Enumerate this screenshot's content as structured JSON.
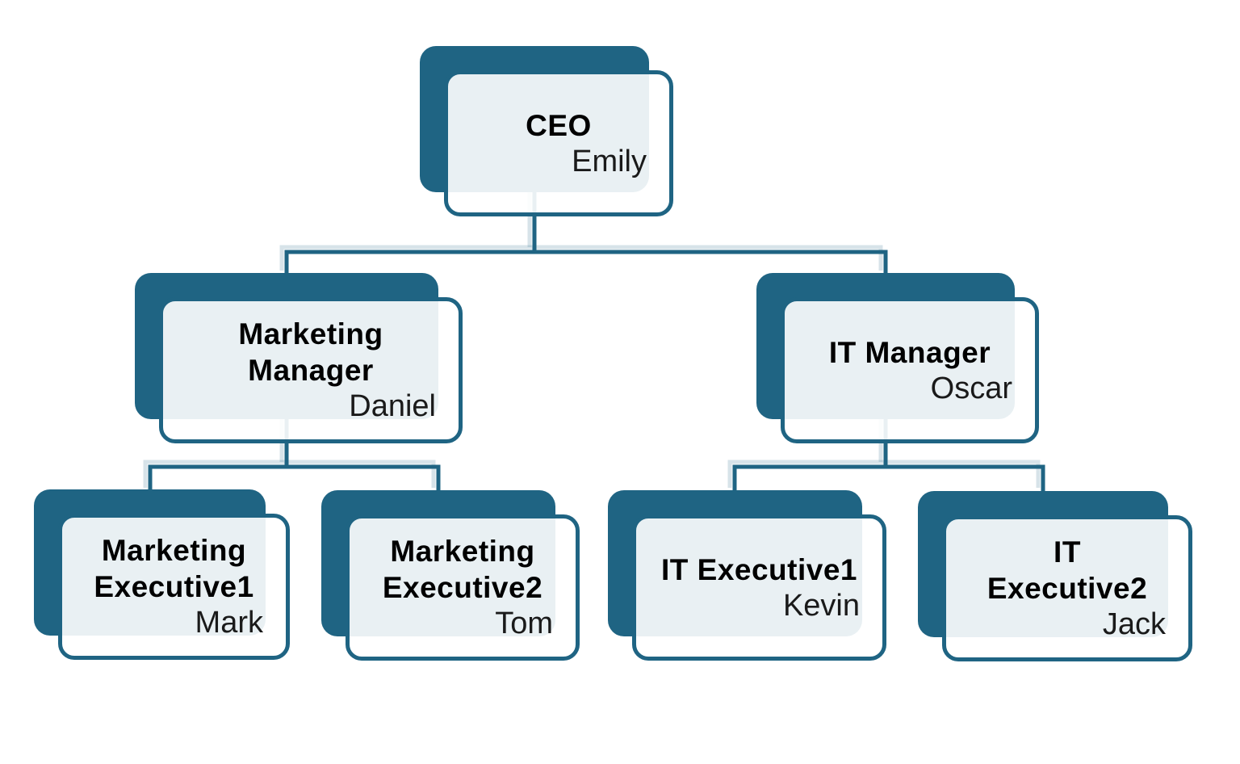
{
  "diagram": {
    "type": "org-chart",
    "colors": {
      "accent_dark": "#1F6483",
      "overlap_tint": "#E8EFF2",
      "background": "#FFFFFF",
      "role_text": "#000000",
      "person_text": "#1A1A1A"
    },
    "nodes": [
      {
        "id": "ceo",
        "role": "CEO",
        "role_display": "CEO",
        "person": "Emily",
        "reports_to": null
      },
      {
        "id": "marketing-manager",
        "role": "Marketing Manager",
        "role_display": "Marketing\nManager",
        "person": "Daniel",
        "reports_to": "ceo"
      },
      {
        "id": "it-manager",
        "role": "IT Manager",
        "role_display": "IT Manager",
        "person": "Oscar",
        "reports_to": "ceo"
      },
      {
        "id": "marketing-executive1",
        "role": "Marketing Executive1",
        "role_display": "Marketing\nExecutive1",
        "person": "Mark",
        "reports_to": "marketing-manager"
      },
      {
        "id": "marketing-executive2",
        "role": "Marketing Executive2",
        "role_display": "Marketing\nExecutive2",
        "person": "Tom",
        "reports_to": "marketing-manager"
      },
      {
        "id": "it-executive1",
        "role": "IT Executive1",
        "role_display": "IT Executive1",
        "person": "Kevin",
        "reports_to": "it-manager"
      },
      {
        "id": "it-executive2",
        "role": "IT Executive2",
        "role_display": "IT\nExecutive2",
        "person": "Jack",
        "reports_to": "it-manager"
      }
    ]
  }
}
